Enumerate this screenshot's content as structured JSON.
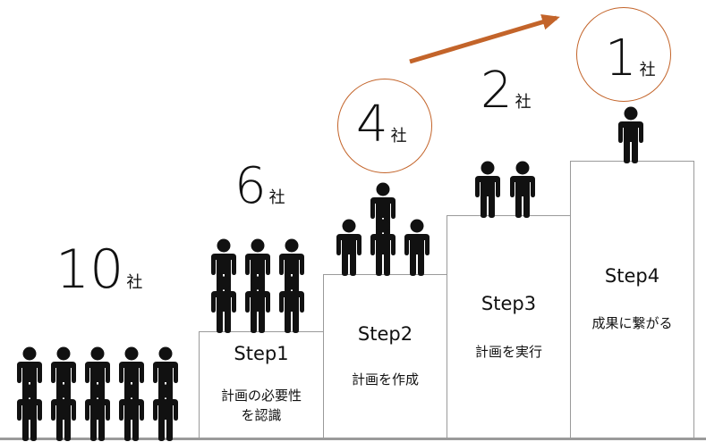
{
  "unit_label": "社",
  "groups": [
    {
      "count": "10",
      "people": 10
    },
    {
      "count": "6",
      "people": 6
    },
    {
      "count": "4",
      "people": 4
    },
    {
      "count": "2",
      "people": 2
    },
    {
      "count": "1",
      "people": 1
    }
  ],
  "steps": [
    {
      "title": "Step1",
      "desc": "計画の必要性を認識"
    },
    {
      "title": "Step2",
      "desc": "計画を作成"
    },
    {
      "title": "Step3",
      "desc": "計画を実行"
    },
    {
      "title": "Step4",
      "desc": "成果に繋がる"
    }
  ],
  "colors": {
    "accent": "#c3642a",
    "figure": "#111111",
    "border": "#9a9a9a"
  },
  "icons": [
    "person-icon",
    "arrow-icon"
  ]
}
